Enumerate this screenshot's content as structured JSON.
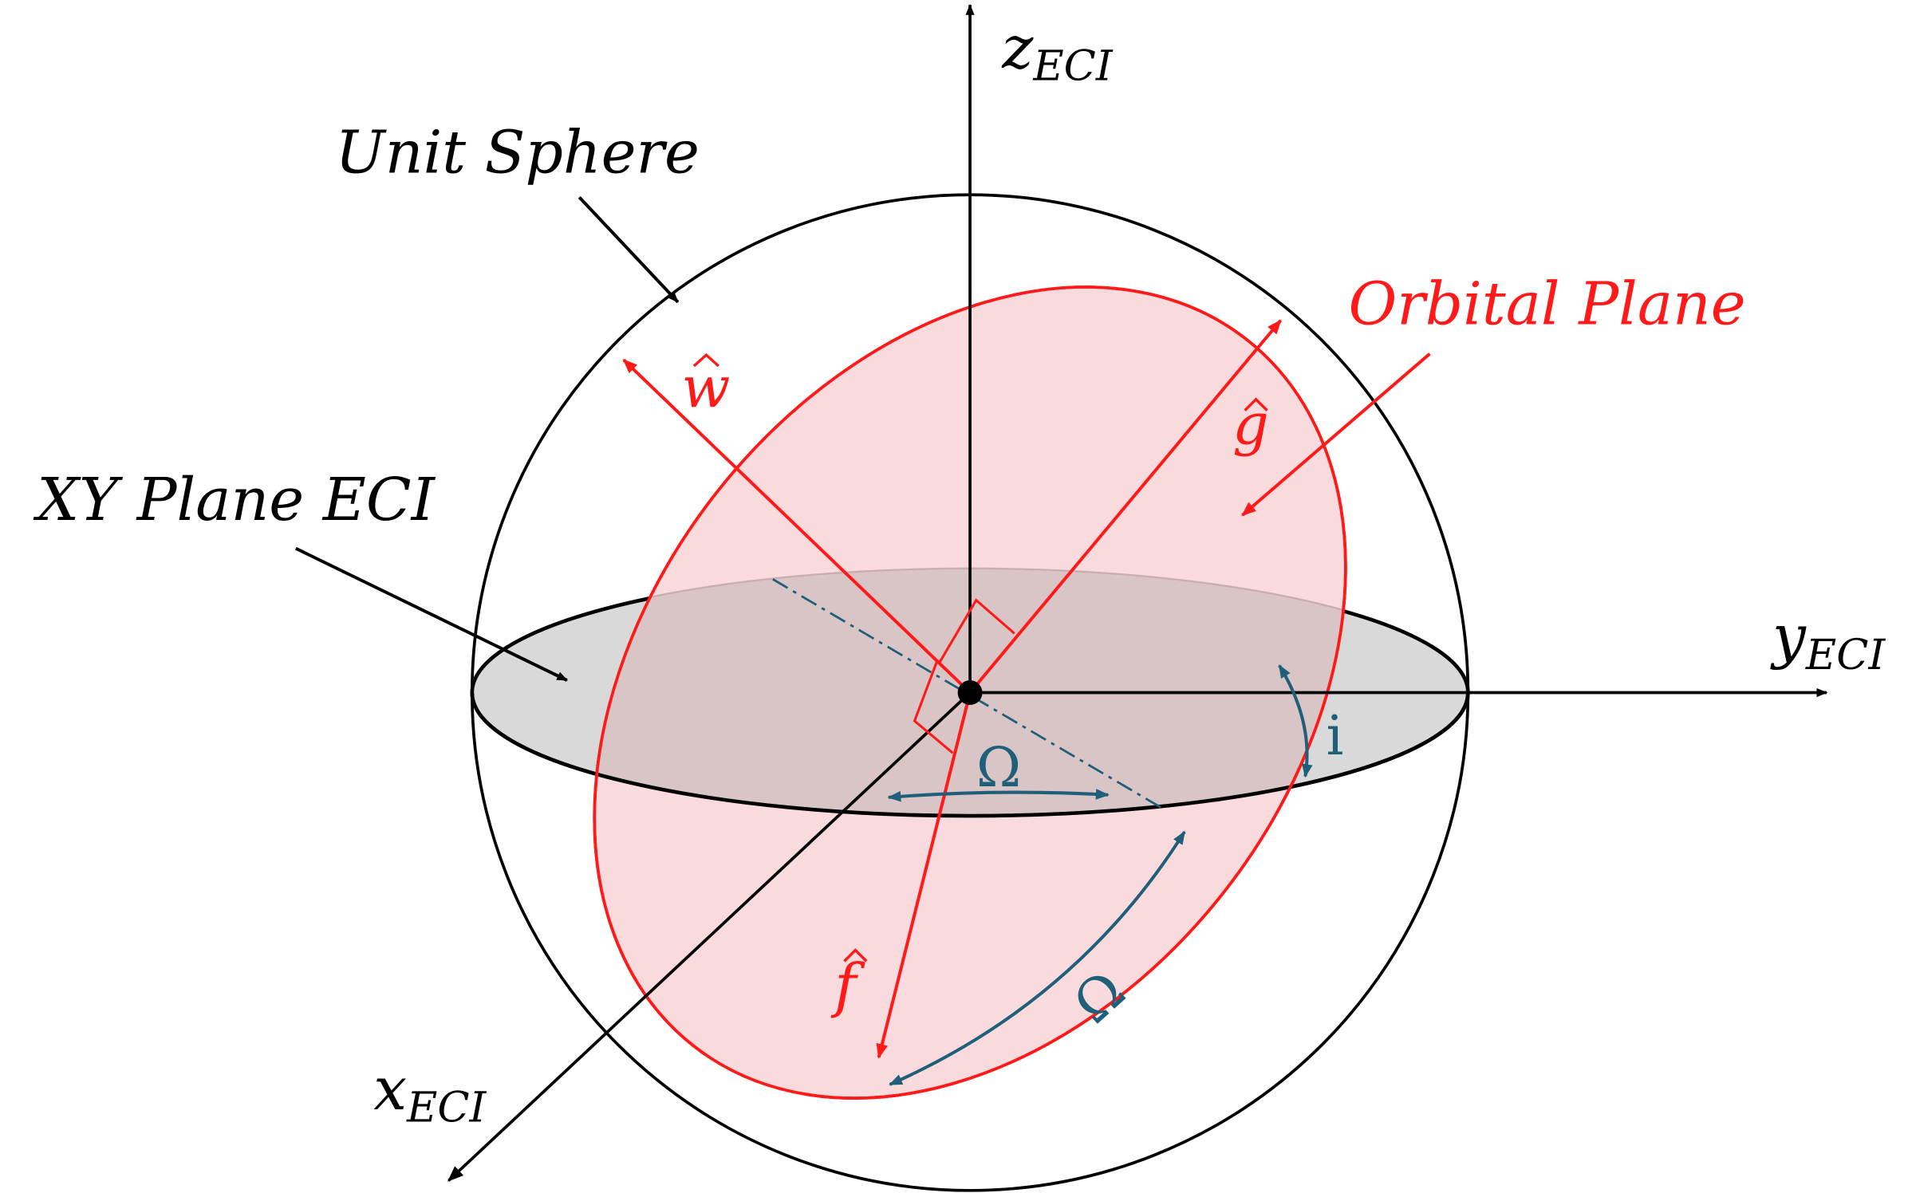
{
  "axes": {
    "z": {
      "main": "z",
      "sub": "ECI"
    },
    "y": {
      "main": "y",
      "sub": "ECI"
    },
    "x": {
      "main": "x",
      "sub": "ECI"
    }
  },
  "labels": {
    "unit_sphere": "Unit Sphere",
    "xy_plane": "XY Plane ECI",
    "orbital_plane": "Orbital Plane"
  },
  "vectors": {
    "w": "w",
    "g": "g",
    "f": "f"
  },
  "angles": {
    "raan_equator": "Ω",
    "raan_sphere": "Ω",
    "inclination": "i"
  },
  "colors": {
    "black": "#000000",
    "orbital_red": "#ff1a1a",
    "orbital_fill": "#f8d3d6",
    "xy_fill": "#d9d9d9",
    "angle_blue": "#1f5f7a"
  }
}
